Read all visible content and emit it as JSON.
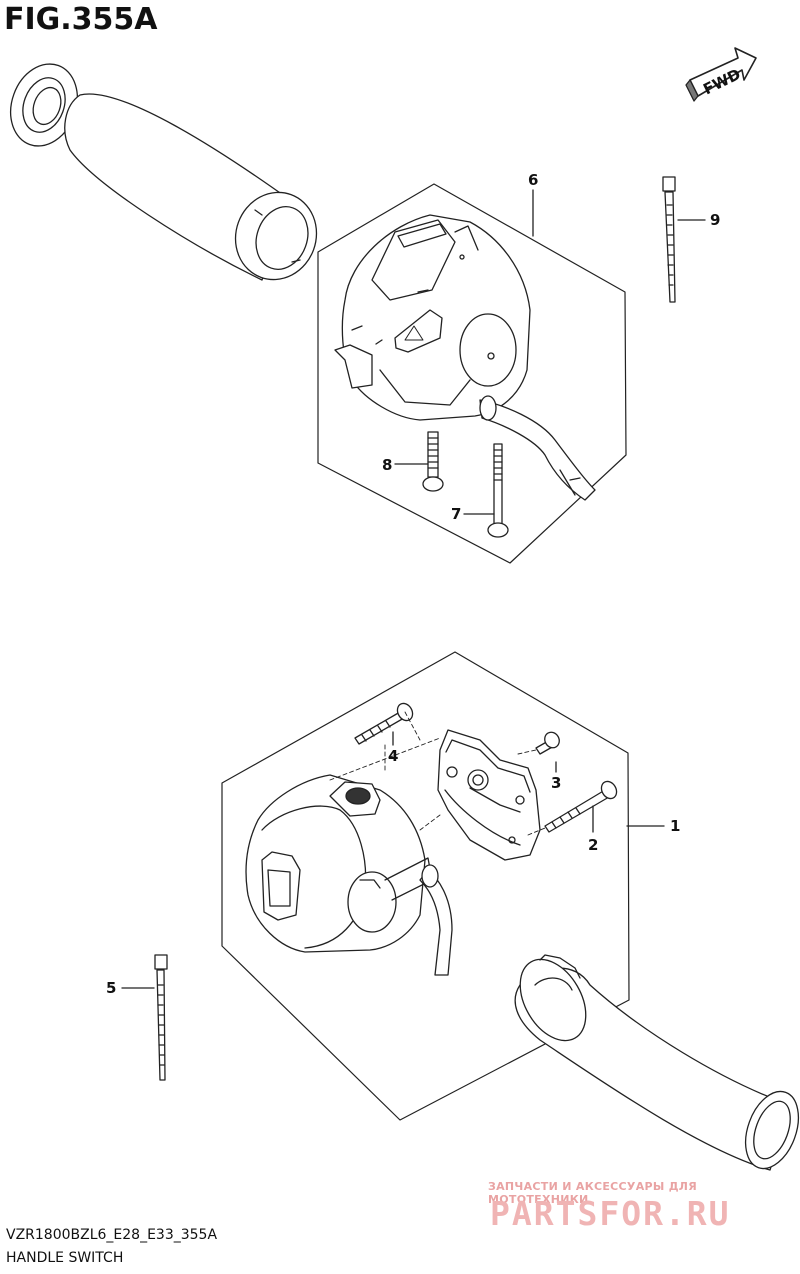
{
  "figure": {
    "title": "FIG.355A",
    "forward_badge": "FWD"
  },
  "callouts": [
    {
      "id": "1",
      "label": "1"
    },
    {
      "id": "2",
      "label": "2"
    },
    {
      "id": "3",
      "label": "3"
    },
    {
      "id": "4",
      "label": "4"
    },
    {
      "id": "5",
      "label": "5"
    },
    {
      "id": "6",
      "label": "6"
    },
    {
      "id": "7",
      "label": "7"
    },
    {
      "id": "8",
      "label": "8"
    },
    {
      "id": "9",
      "label": "9"
    }
  ],
  "footer": {
    "model_code": "VZR1800BZL6_E28_E33_355A",
    "section_name": "HANDLE SWITCH"
  },
  "watermark": {
    "tagline": "ЗАПЧАСТИ И АКСЕССУАРЫ ДЛЯ МОТОТЕХНИКИ",
    "logo": "PARTSFOR.RU"
  }
}
